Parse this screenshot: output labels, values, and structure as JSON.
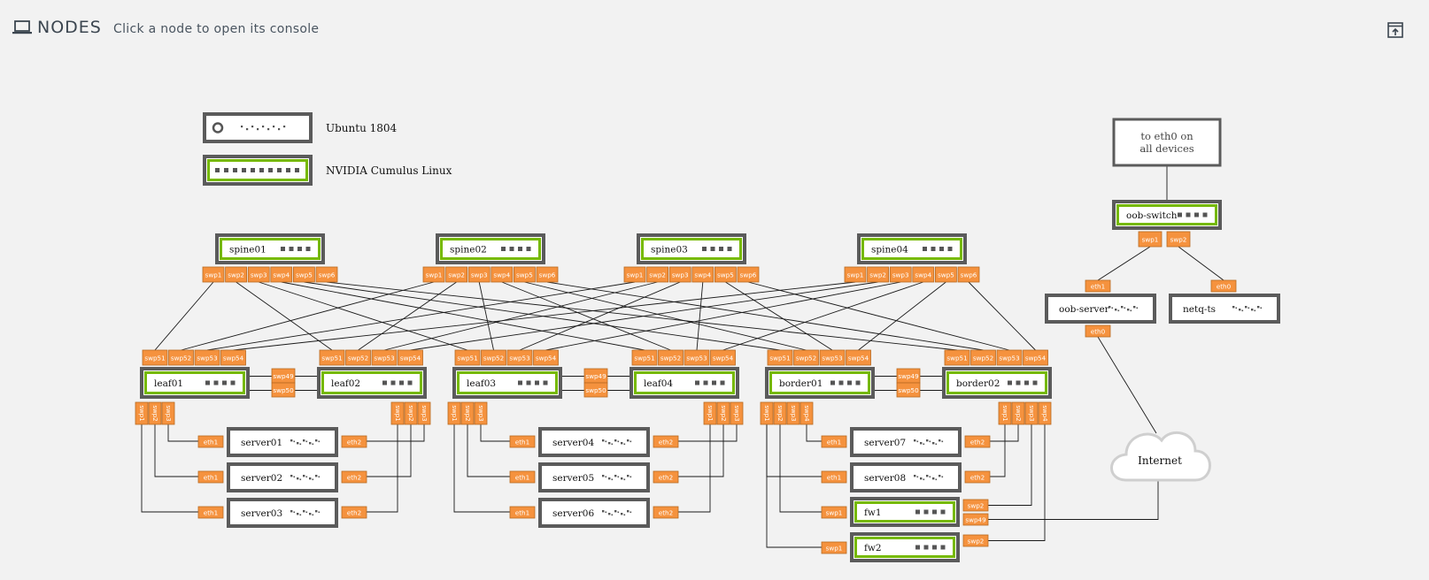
{
  "header": {
    "title": "NODES",
    "subtitle": "Click a node to open its console",
    "laptop_icon": "laptop-icon",
    "popout_icon": "open-in-new-window-icon"
  },
  "colors": {
    "background": "#f2f2f2",
    "node_border": "#5b5b5b",
    "cumulus_green": "#76b900",
    "port_fill": "#f5923e",
    "port_border": "#b86a22",
    "link": "#1a1a1a",
    "cloud": "#cfcfcf"
  },
  "legend": {
    "ubuntu": "Ubuntu 1804",
    "cumulus": "NVIDIA Cumulus Linux"
  },
  "oob_note": {
    "line1": "to eth0 on",
    "line2": "all devices"
  },
  "internet": "Internet",
  "spines": [
    {
      "id": "spine01",
      "label": "spine01",
      "ports": [
        "swp1",
        "swp2",
        "swp3",
        "swp4",
        "swp5",
        "swp6"
      ]
    },
    {
      "id": "spine02",
      "label": "spine02",
      "ports": [
        "swp1",
        "swp2",
        "swp3",
        "swp4",
        "swp5",
        "swp6"
      ]
    },
    {
      "id": "spine03",
      "label": "spine03",
      "ports": [
        "swp1",
        "swp2",
        "swp3",
        "swp4",
        "swp5",
        "swp6"
      ]
    },
    {
      "id": "spine04",
      "label": "spine04",
      "ports": [
        "swp1",
        "swp2",
        "swp3",
        "swp4",
        "swp5",
        "swp6"
      ]
    }
  ],
  "leaves": [
    {
      "id": "leaf01",
      "label": "leaf01",
      "uplinks": [
        "swp51",
        "swp52",
        "swp53",
        "swp54"
      ],
      "downlinks": [
        "swp1",
        "swp2",
        "swp3"
      ]
    },
    {
      "id": "leaf02",
      "label": "leaf02",
      "uplinks": [
        "swp51",
        "swp52",
        "swp53",
        "swp54"
      ],
      "downlinks": [
        "swp1",
        "swp2",
        "swp3"
      ]
    },
    {
      "id": "leaf03",
      "label": "leaf03",
      "uplinks": [
        "swp51",
        "swp52",
        "swp53",
        "swp54"
      ],
      "downlinks": [
        "swp1",
        "swp2",
        "swp3"
      ]
    },
    {
      "id": "leaf04",
      "label": "leaf04",
      "uplinks": [
        "swp51",
        "swp52",
        "swp53",
        "swp54"
      ],
      "downlinks": [
        "swp1",
        "swp2",
        "swp3"
      ]
    },
    {
      "id": "border01",
      "label": "border01",
      "uplinks": [
        "swp51",
        "swp52",
        "swp53",
        "swp54"
      ],
      "downlinks": [
        "swp1",
        "swp2",
        "swp3",
        "swp4"
      ]
    },
    {
      "id": "border02",
      "label": "border02",
      "uplinks": [
        "swp51",
        "swp52",
        "swp53",
        "swp54"
      ],
      "downlinks": [
        "swp1",
        "swp2",
        "swp3",
        "swp4"
      ]
    }
  ],
  "peerlinks": [
    "swp49",
    "swp50"
  ],
  "servers": [
    {
      "id": "server01",
      "label": "server01",
      "left_port": "eth1",
      "right_port": "eth2"
    },
    {
      "id": "server02",
      "label": "server02",
      "left_port": "eth1",
      "right_port": "eth2"
    },
    {
      "id": "server03",
      "label": "server03",
      "left_port": "eth1",
      "right_port": "eth2"
    },
    {
      "id": "server04",
      "label": "server04",
      "left_port": "eth1",
      "right_port": "eth2"
    },
    {
      "id": "server05",
      "label": "server05",
      "left_port": "eth1",
      "right_port": "eth2"
    },
    {
      "id": "server06",
      "label": "server06",
      "left_port": "eth1",
      "right_port": "eth2"
    },
    {
      "id": "server07",
      "label": "server07",
      "left_port": "eth1",
      "right_port": "eth2"
    },
    {
      "id": "server08",
      "label": "server08",
      "left_port": "eth1",
      "right_port": "eth2"
    }
  ],
  "firewalls": [
    {
      "id": "fw1",
      "label": "fw1",
      "left_port": "swp1",
      "right_ports": [
        "swp2",
        "swp49"
      ]
    },
    {
      "id": "fw2",
      "label": "fw2",
      "left_port": "swp1",
      "right_ports": [
        "swp2"
      ]
    }
  ],
  "oob": {
    "switch": {
      "label": "oob-switch",
      "ports": [
        "swp1",
        "swp2"
      ]
    },
    "server": {
      "label": "oob-server",
      "ports": [
        "eth1",
        "eth0"
      ]
    },
    "netq": {
      "label": "netq-ts",
      "ports": [
        "eth0"
      ]
    }
  }
}
